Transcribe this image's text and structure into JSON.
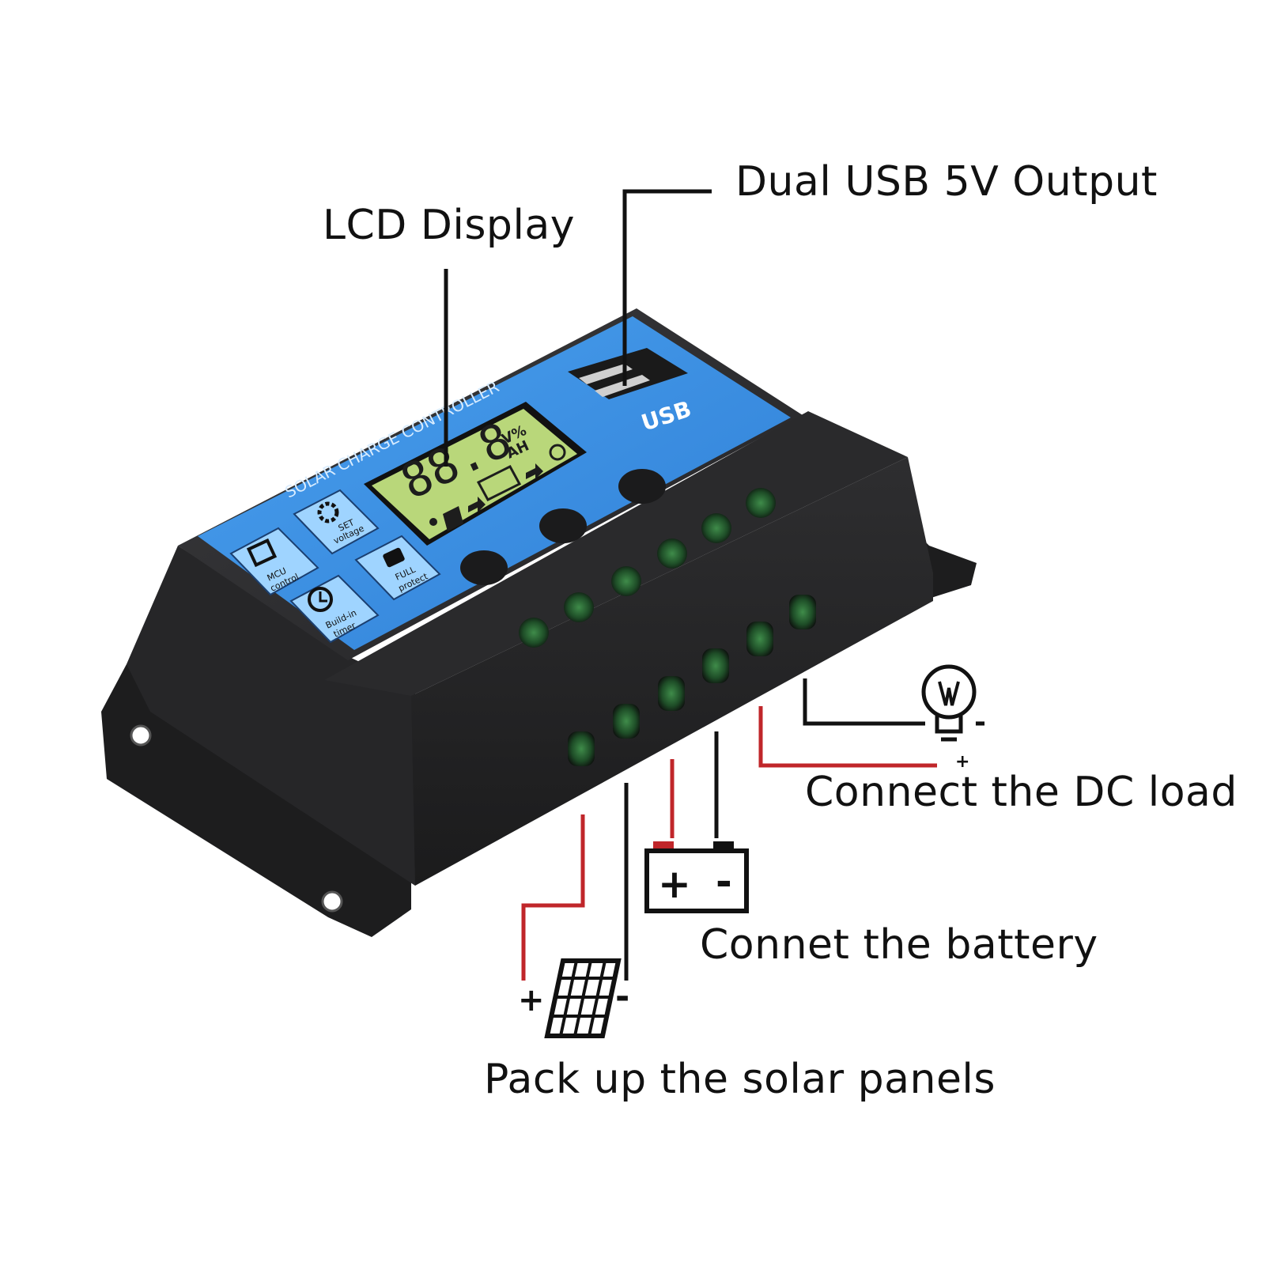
{
  "callouts": {
    "usb_output": "Dual USB 5V Output",
    "lcd_display": "LCD Display",
    "dc_load": "Connect the DC load",
    "battery": "Connet the battery",
    "solar_panels": "Pack up the solar panels"
  },
  "device": {
    "panel_title": "SOLAR CHARGE CONTROLLER",
    "usb_label": "USB",
    "lcd_digits": "88.8",
    "lcd_units_top": "V%",
    "lcd_units_bottom": "AH",
    "features": [
      {
        "line1": "MCU",
        "line2": "control",
        "icon": "chip-icon"
      },
      {
        "line1": "SET",
        "line2": "voltage",
        "icon": "gear-icon"
      },
      {
        "line1": "Build-in",
        "line2": "timer",
        "icon": "clock-icon"
      },
      {
        "line1": "FULL",
        "line2": "protect",
        "icon": "lock-icon"
      }
    ]
  },
  "symbols": {
    "plus": "+",
    "minus": "-"
  },
  "colors": {
    "housing": "#2b2b2d",
    "housing_dark": "#1a1a1b",
    "panel_blue": "#3b8fe0",
    "lcd_green": "#b9d77a",
    "terminal_green": "#2f6e3a",
    "wire_red": "#c0262a",
    "wire_black": "#111111"
  }
}
